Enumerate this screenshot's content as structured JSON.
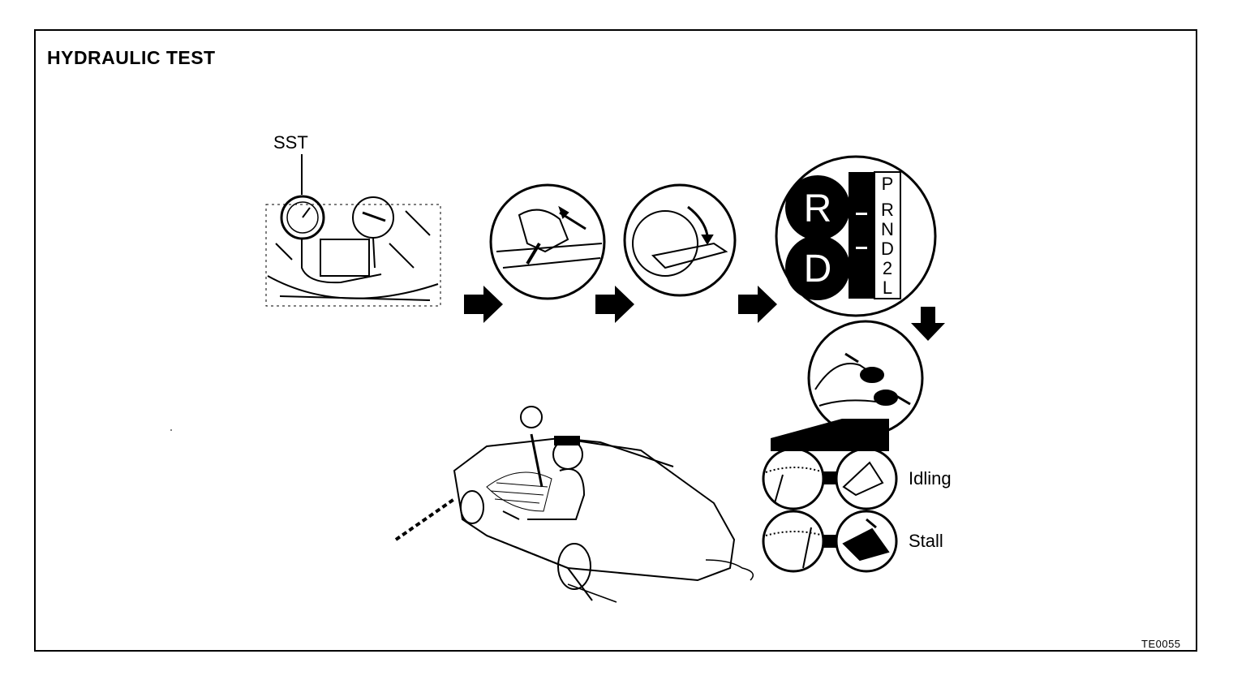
{
  "title": "HYDRAULIC TEST",
  "sst_label": "SST",
  "shift_panel": {
    "big_letters": [
      "R",
      "D"
    ],
    "gate_positions": [
      "P",
      "R",
      "N",
      "D",
      "2",
      "L"
    ]
  },
  "pedal_states": [
    "Idling",
    "Stall"
  ],
  "figure_code": "TE0055",
  "icons": [
    "arrow-right-icon",
    "arrow-down-icon"
  ]
}
